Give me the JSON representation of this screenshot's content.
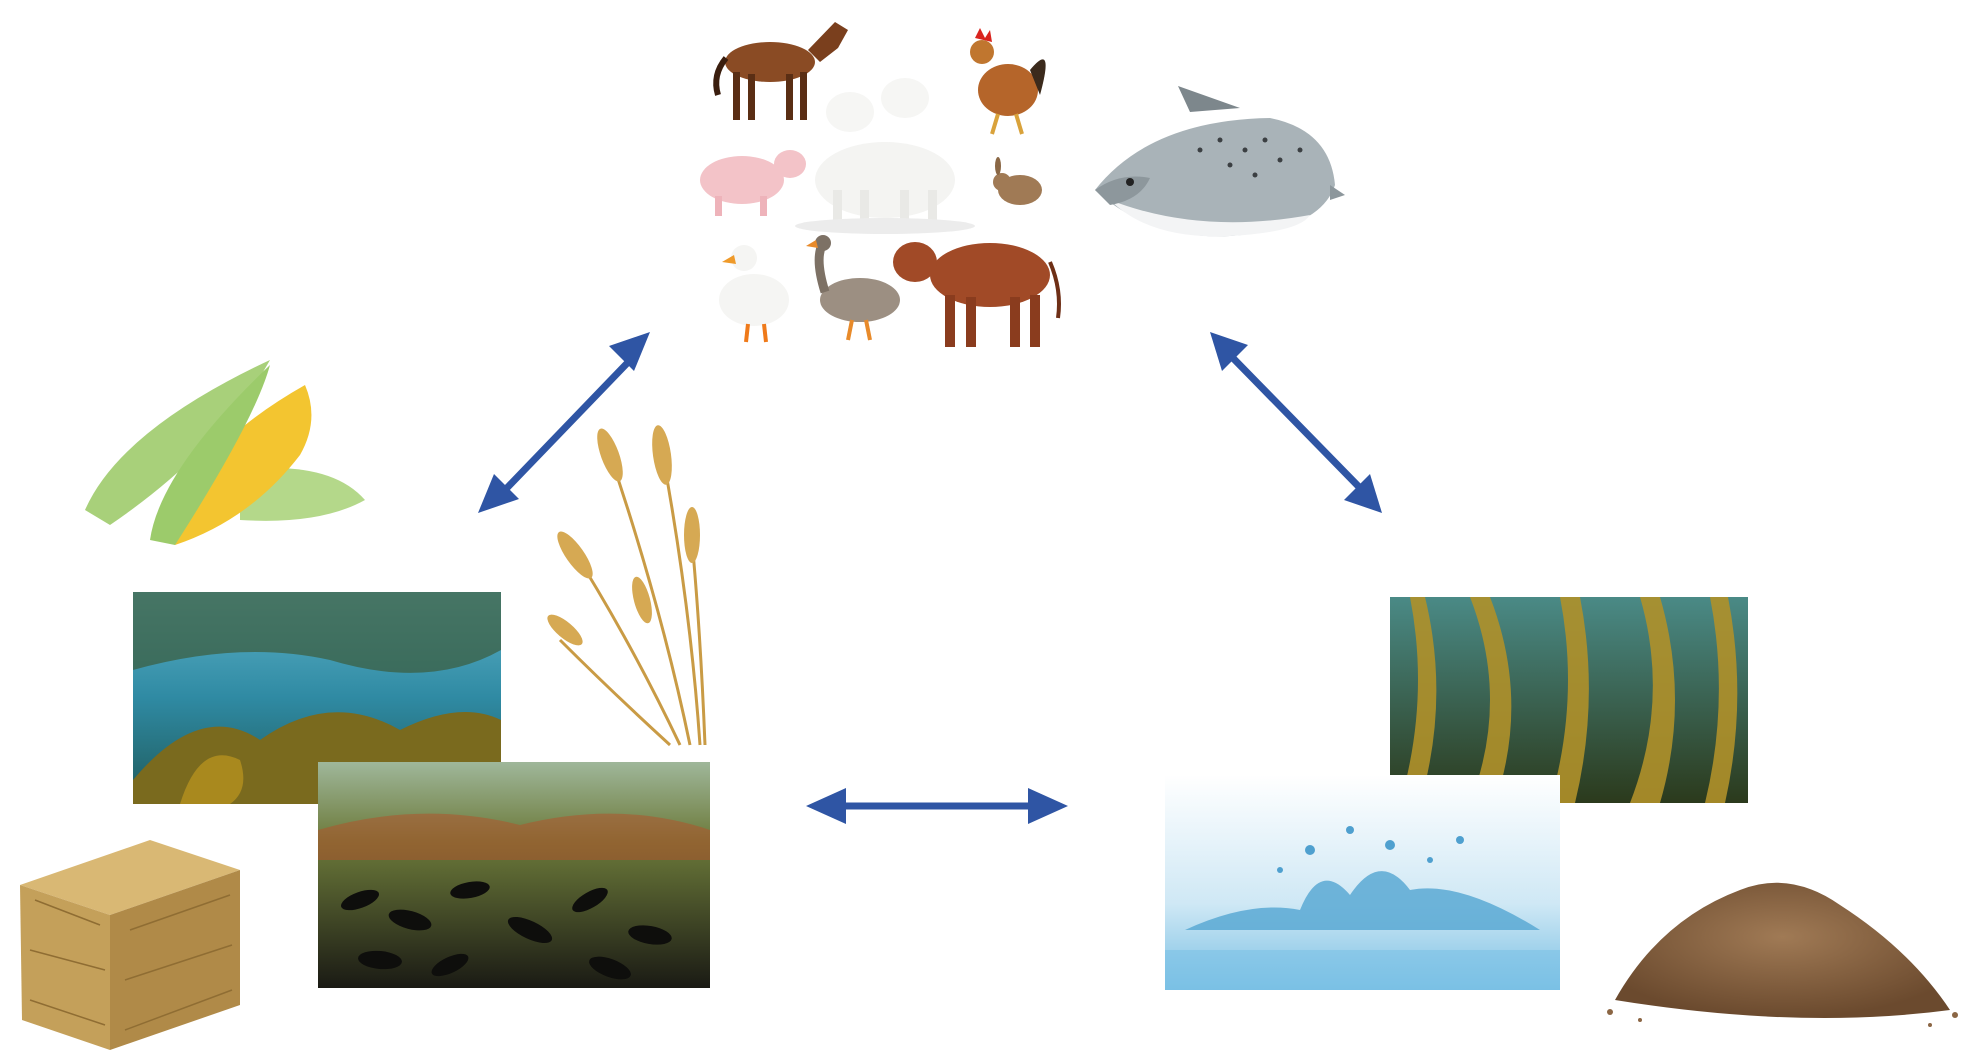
{
  "diagram": {
    "type": "cycle",
    "groups": [
      {
        "id": "livestock",
        "items": [
          "horse-icon",
          "goat-kids-icon",
          "rooster-icon",
          "pig-icon",
          "rabbit-icon",
          "duck-icon",
          "goose-icon",
          "cow-icon"
        ]
      },
      {
        "id": "fish",
        "items": [
          "salmon-icon"
        ]
      },
      {
        "id": "crops-and-marine",
        "items": [
          "corn-icon",
          "wheat-icon",
          "seaweed-photo",
          "mussel-bed-photo",
          "hay-bale-icon"
        ]
      },
      {
        "id": "environment",
        "items": [
          "kelp-forest-photo",
          "water-splash-icon",
          "soil-pile-icon"
        ]
      }
    ],
    "arrows": [
      {
        "from": "livestock",
        "to": "crops-and-marine",
        "style": "double-headed"
      },
      {
        "from": "fish",
        "to": "environment",
        "style": "double-headed"
      },
      {
        "from": "crops-and-marine",
        "to": "environment",
        "style": "double-headed"
      }
    ],
    "colors": {
      "arrow": "#2f55a4",
      "background": "#ffffff"
    }
  }
}
